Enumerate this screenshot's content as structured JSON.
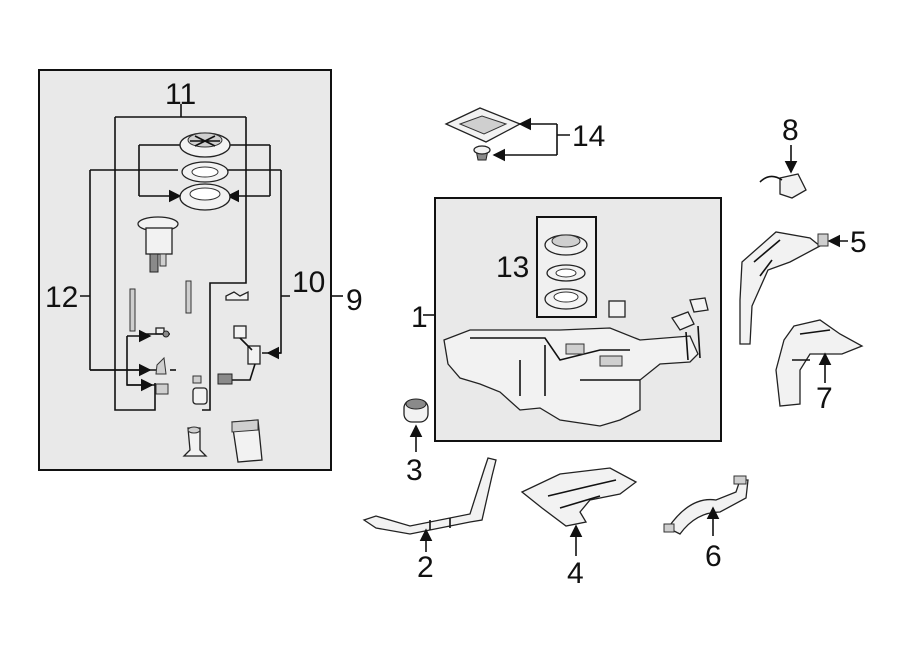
{
  "callouts": {
    "c1": "1",
    "c2": "2",
    "c3": "3",
    "c4": "4",
    "c5": "5",
    "c6": "6",
    "c7": "7",
    "c8": "8",
    "c9": "9",
    "c10": "10",
    "c11": "11",
    "c12": "12",
    "c13": "13",
    "c14": "14"
  },
  "colors": {
    "box_fill": "#e9e9e9",
    "line": "#111111",
    "background": "#ffffff"
  }
}
